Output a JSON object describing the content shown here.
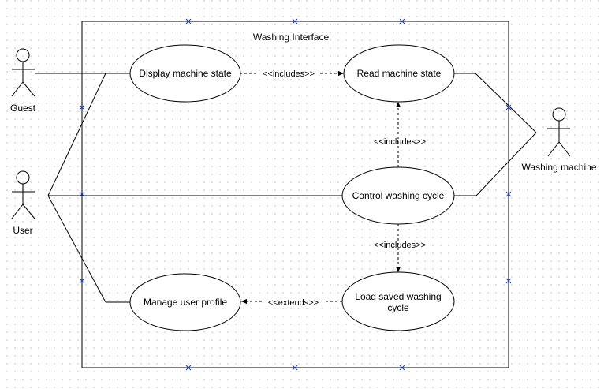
{
  "system": {
    "title": "Washing Interface"
  },
  "actors": {
    "guest": "Guest",
    "user": "User",
    "machine": "Washing machine"
  },
  "use_cases": {
    "display_state": "Display machine state",
    "read_state": "Read machine state",
    "control_cycle": "Control washing cycle",
    "manage_profile": "Manage user profile",
    "load_cycle_line1": "Load saved washing",
    "load_cycle_line2": "cycle"
  },
  "relations": {
    "includes_display_read": "<<includes>>",
    "includes_control_read": "<<includes>>",
    "includes_control_load": "<<includes>>",
    "extends_load_manage": "<<extends>>"
  },
  "colors": {
    "line": "#000000",
    "selection_handle": "#1a3fb3",
    "grid_dot": "#d8d8d8"
  }
}
